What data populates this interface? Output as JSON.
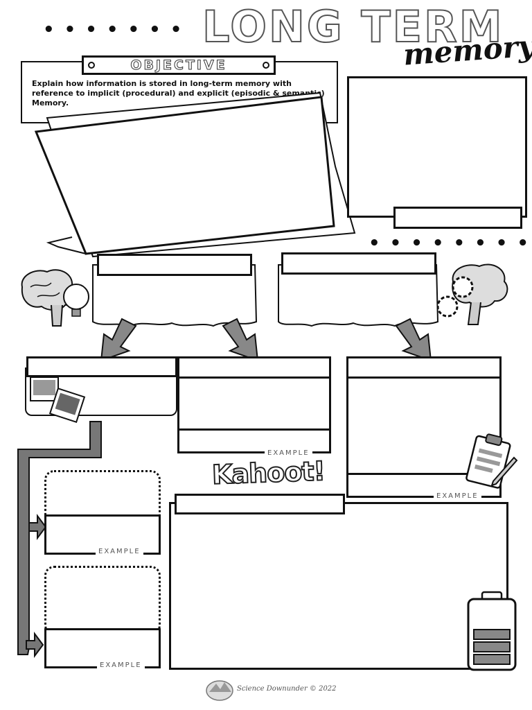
{
  "title": {
    "main": "LONG TERM",
    "sub": "memory"
  },
  "objective": {
    "heading": "OBJECTIVE",
    "text": "Explain how information is stored in long-term memory with reference to implicit (procedural) and explicit (episodic & semantic) Memory."
  },
  "labels": {
    "example_1": "EXAMPLE",
    "example_2": "EXAMPLE",
    "example_3": "EXAMPLE",
    "example_4": "EXAMPLE"
  },
  "kahoot": "Kahoot!",
  "footer": {
    "credit": "Science Downunder © 2022"
  },
  "icons": [
    "brain-lightbulb-icon",
    "brain-gears-icon",
    "clipboard-icon",
    "battery-icon",
    "photo-icon",
    "science-downunder-logo"
  ]
}
